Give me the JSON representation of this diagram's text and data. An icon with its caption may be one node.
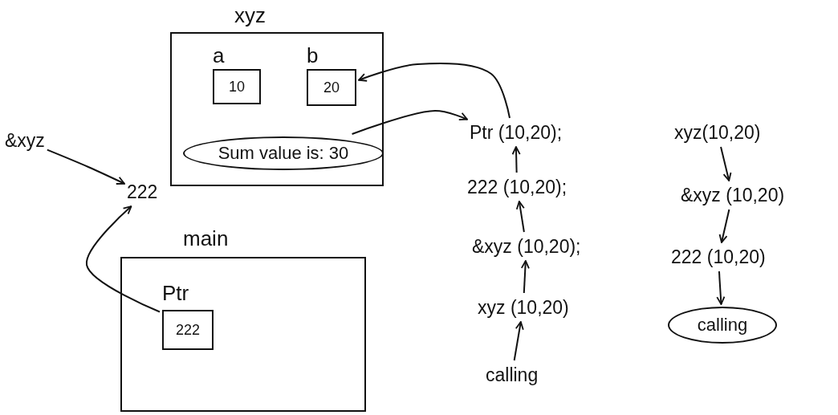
{
  "diagram": {
    "nodes": [
      {
        "text": [
          "xyz"
        ]
      },
      {
        "text": [
          "a",
          "10"
        ],
        "in": 0
      },
      {
        "text": [
          "b",
          "20"
        ],
        "in": 0
      },
      {
        "text": [
          "Sum value is: 30"
        ],
        "in": 0
      },
      {
        "text": [
          "&xyz"
        ]
      },
      {
        "text": [
          "222"
        ]
      },
      {
        "text": [
          "main"
        ]
      },
      {
        "text": [
          "Ptr",
          "222"
        ],
        "in": 6
      },
      {
        "text": [
          "Ptr (10,20);"
        ]
      },
      {
        "text": [
          "222 (10,20);"
        ]
      },
      {
        "text": [
          "&xyz (10,20);"
        ]
      },
      {
        "text": [
          "xyz (10,20)"
        ]
      },
      {
        "text": [
          "calling"
        ]
      },
      {
        "text": [
          "xyz(10,20)"
        ]
      },
      {
        "text": [
          "&xyz (10,20)"
        ]
      },
      {
        "text": [
          "222 (10,20)"
        ]
      },
      {
        "text": [
          "calling"
        ]
      }
    ],
    "edges": [
      {
        "from": 4,
        "to": 5,
        "arrow": "to"
      },
      {
        "from": 7,
        "to": 5,
        "arrow": "to"
      },
      {
        "from": 8,
        "to": 2,
        "arrow": "to"
      },
      {
        "from": 3,
        "to": 8,
        "arrow": "to"
      },
      {
        "from": 12,
        "to": 11,
        "arrow": "to"
      },
      {
        "from": 11,
        "to": 10,
        "arrow": "to"
      },
      {
        "from": 10,
        "to": 9,
        "arrow": "to"
      },
      {
        "from": 9,
        "to": 8,
        "arrow": "to"
      },
      {
        "from": 13,
        "to": 14,
        "arrow": "to"
      },
      {
        "from": 14,
        "to": 15,
        "arrow": "to"
      },
      {
        "from": 15,
        "to": 16,
        "arrow": "to"
      }
    ]
  }
}
